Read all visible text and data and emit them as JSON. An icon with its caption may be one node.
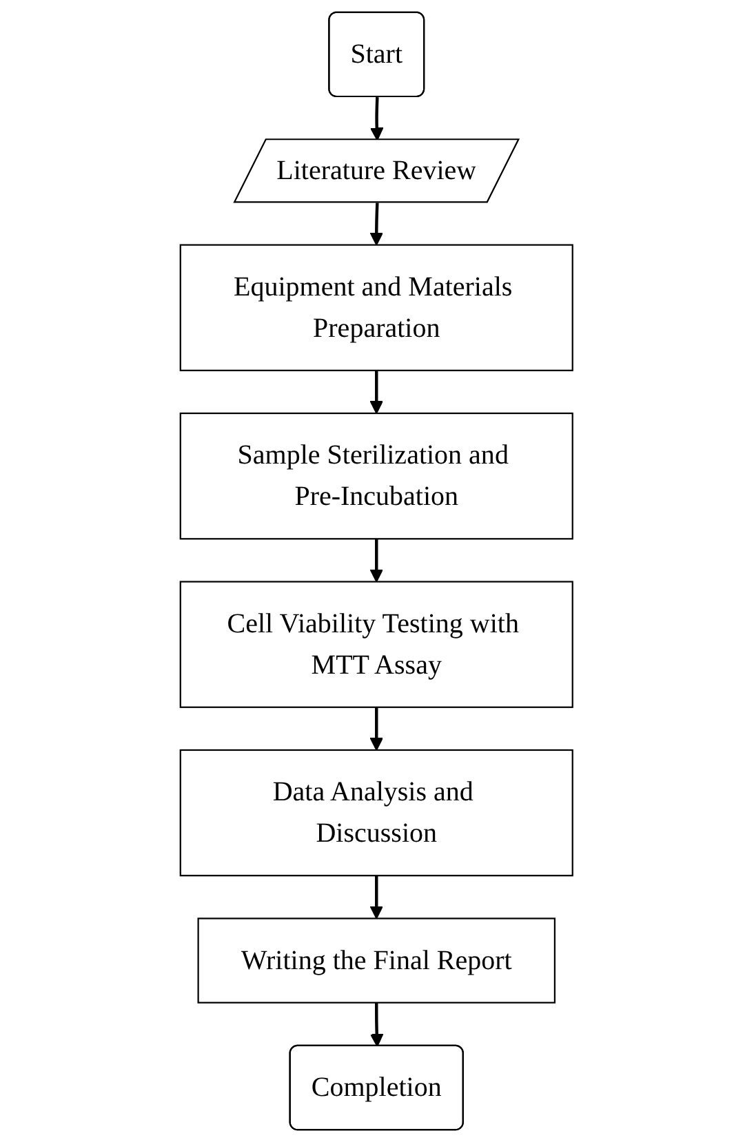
{
  "diagram": {
    "nodes": [
      {
        "text": [
          "Start"
        ]
      },
      {
        "text": [
          "Literature Review"
        ]
      },
      {
        "text": [
          "Equipment and Materials Preparation"
        ]
      },
      {
        "text": [
          "Sample Sterilization and Pre-Incubation"
        ]
      },
      {
        "text": [
          "Cell Viability Testing with MTT Assay"
        ]
      },
      {
        "text": [
          "Data Analysis and Discussion"
        ]
      },
      {
        "text": [
          "Writing the Final Report"
        ]
      },
      {
        "text": [
          "Completion"
        ]
      }
    ],
    "edges": [
      {
        "from": 0,
        "to": 1,
        "arrow": "to"
      },
      {
        "from": 1,
        "to": 2,
        "arrow": "to"
      },
      {
        "from": 2,
        "to": 3,
        "arrow": "to"
      },
      {
        "from": 3,
        "to": 4,
        "arrow": "to"
      },
      {
        "from": 4,
        "to": 5,
        "arrow": "to"
      },
      {
        "from": 5,
        "to": 6,
        "arrow": "to"
      },
      {
        "from": 6,
        "to": 7,
        "arrow": "to"
      }
    ]
  }
}
